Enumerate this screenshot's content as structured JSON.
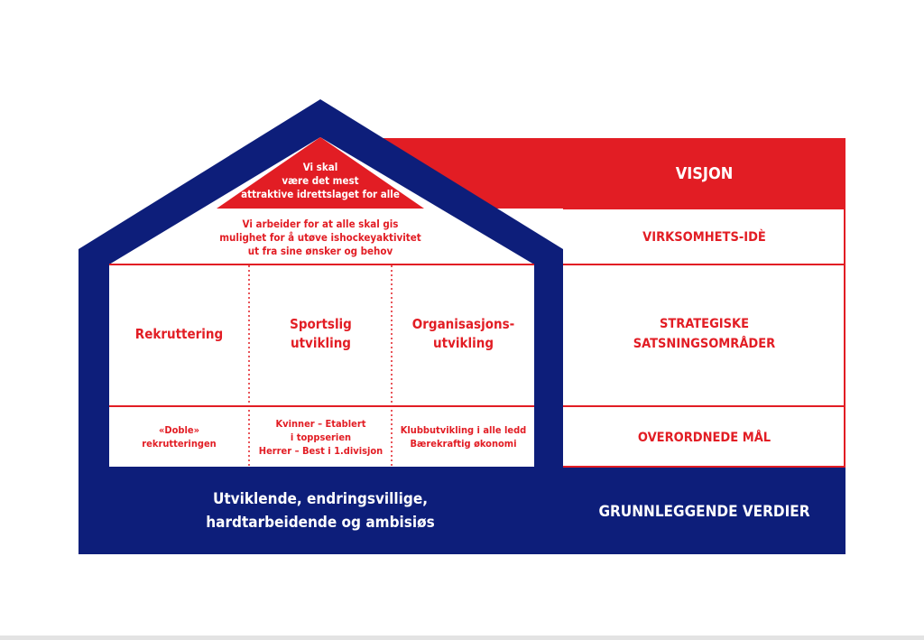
{
  "colors": {
    "navy": "#0d1e7a",
    "red": "#e21d24",
    "white": "#ffffff"
  },
  "house": {
    "roof_top": "Vi skal\nvære det mest\nattraktive idrettslaget for alle",
    "roof_mid": "Vi arbeider for at alle skal gis\nmulighet for å utøve ishockeyaktivitet\nut fra sine ønsker og behov",
    "pillars": [
      {
        "title": "Rekruttering",
        "goal": "«Doble»\nrekrutteringen"
      },
      {
        "title": "Sportslig\nutvikling",
        "goal": "Kvinner – Etablert\ni toppserien\nHerrer – Best i 1.divisjon"
      },
      {
        "title": "Organisasjons-\nutvikling",
        "goal": "Klubbutvikling i alle ledd\nBærekraftig økonomi"
      }
    ],
    "foundation": "Utviklende, endringsvillige,\nhardtarbeidende og ambisiøs"
  },
  "labels": {
    "vision": "VISJON",
    "business_idea": "VIRKSOMHETS-IDÈ",
    "strategic_areas": "STRATEGISKE\nSATSNINGSOMRÅDER",
    "goals": "OVERORDNEDE MÅL",
    "values": "GRUNNLEGGENDE VERDIER"
  }
}
